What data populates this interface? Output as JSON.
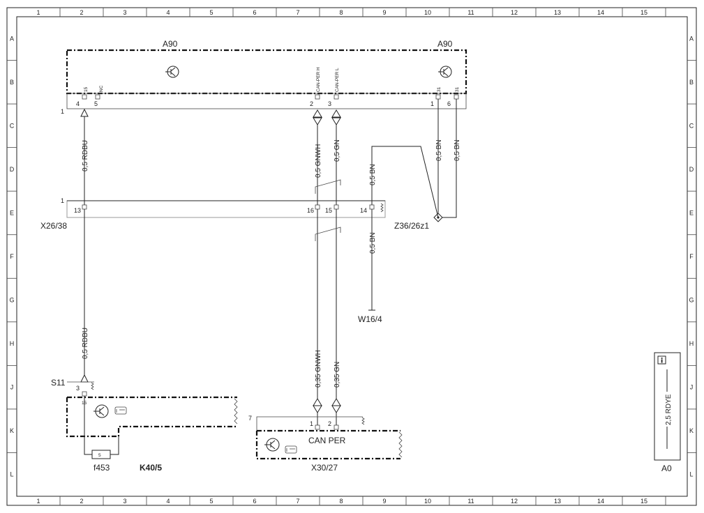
{
  "header_text": "",
  "grid": {
    "columns": [
      "1",
      "2",
      "3",
      "4",
      "5",
      "6",
      "7",
      "8",
      "9",
      "10",
      "11",
      "12",
      "13",
      "14",
      "15"
    ],
    "rows": [
      "A",
      "B",
      "C",
      "D",
      "E",
      "F",
      "G",
      "H",
      "J",
      "K",
      "L"
    ]
  },
  "components": {
    "a90_left": "A90",
    "a90_right": "A90",
    "x26_38": "X26/38",
    "z36_26z1": "Z36/26z1",
    "w16_4": "W16/4",
    "s11": "S11",
    "f453": "f453",
    "k40_5": "K40/5",
    "x30_27": "X30/27",
    "can_per": "CAN PER",
    "a0": "A0"
  },
  "a90_pins": {
    "p4": "4",
    "p5": "5",
    "p2": "2",
    "p3": "3",
    "p1": "1",
    "p6": "6",
    "frame_no": "1",
    "sig15": "15",
    "sig_nc": "NC",
    "sig_canh": "CAN-PER H",
    "sig_canl": "CAN-PER L",
    "sig31a": "31",
    "sig31b": "31"
  },
  "x26_pins": {
    "frame_no": "1",
    "p13": "13",
    "p16": "16",
    "p15": "15",
    "p14": "14"
  },
  "k40_pins": {
    "p3": "3",
    "sig15": "15",
    "fuse_no": "5"
  },
  "x30_pins": {
    "frame_no": "7",
    "p1": "1",
    "p2": "2"
  },
  "wires": {
    "rdbu_top": "0,5 RDBU",
    "gnwh_top": "0,5 GNWH",
    "gn_top": "0,5 GN",
    "bn_z36": "0,5 BN",
    "bn_a90_1": "0,5 BN",
    "bn_a90_6": "0,5 BN",
    "bn_w16": "0,5 BN",
    "rdbu_bottom": "0,5 RDBU",
    "gnwh_bottom": "0,35 GNWH",
    "gn_bottom": "0,35 GN",
    "legend_wire": "2,5 RDYE"
  },
  "icons": {
    "transistor": "transistor-icon",
    "hand": "pointing-hand-icon",
    "info": "info-icon",
    "connector": "connector-triangle-icon",
    "splice": "splice-diamond-icon"
  }
}
